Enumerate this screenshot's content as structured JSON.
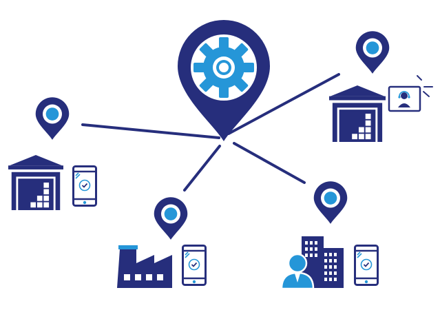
{
  "colors": {
    "navy": "#262E7C",
    "blue": "#2596D8",
    "white": "#FFFFFF"
  },
  "hub": {
    "icon": "gear-location-pin-icon"
  },
  "nodes": [
    {
      "name": "warehouse-left",
      "icons": [
        "location-pin-icon",
        "warehouse-icon",
        "mobile-check-icon"
      ]
    },
    {
      "name": "warehouse-top-right",
      "icons": [
        "location-pin-icon",
        "warehouse-icon",
        "video-call-agent-icon"
      ]
    },
    {
      "name": "factory",
      "icons": [
        "location-pin-icon",
        "factory-icon",
        "mobile-check-icon"
      ]
    },
    {
      "name": "office",
      "icons": [
        "location-pin-icon",
        "office-buildings-person-icon",
        "mobile-check-icon"
      ]
    }
  ]
}
